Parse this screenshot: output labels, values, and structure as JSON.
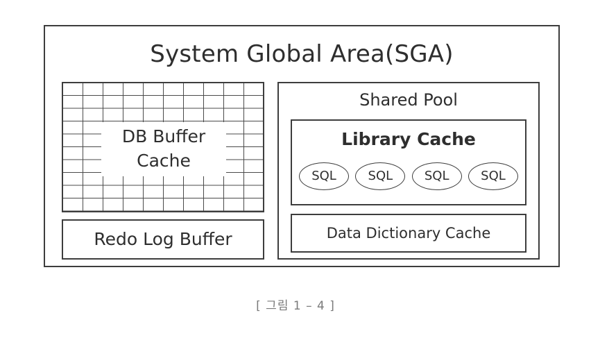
{
  "diagram": {
    "title": "System Global Area(SGA)",
    "db_buffer_cache": {
      "line1": "DB Buffer",
      "line2": "Cache"
    },
    "redo_log_buffer": "Redo Log Buffer",
    "shared_pool": {
      "title": "Shared Pool",
      "library_cache": {
        "title": "Library Cache",
        "sql_items": [
          "SQL",
          "SQL",
          "SQL",
          "SQL"
        ]
      },
      "data_dictionary_cache": "Data Dictionary Cache"
    }
  },
  "caption": "[ 그림 1 – 4 ]"
}
